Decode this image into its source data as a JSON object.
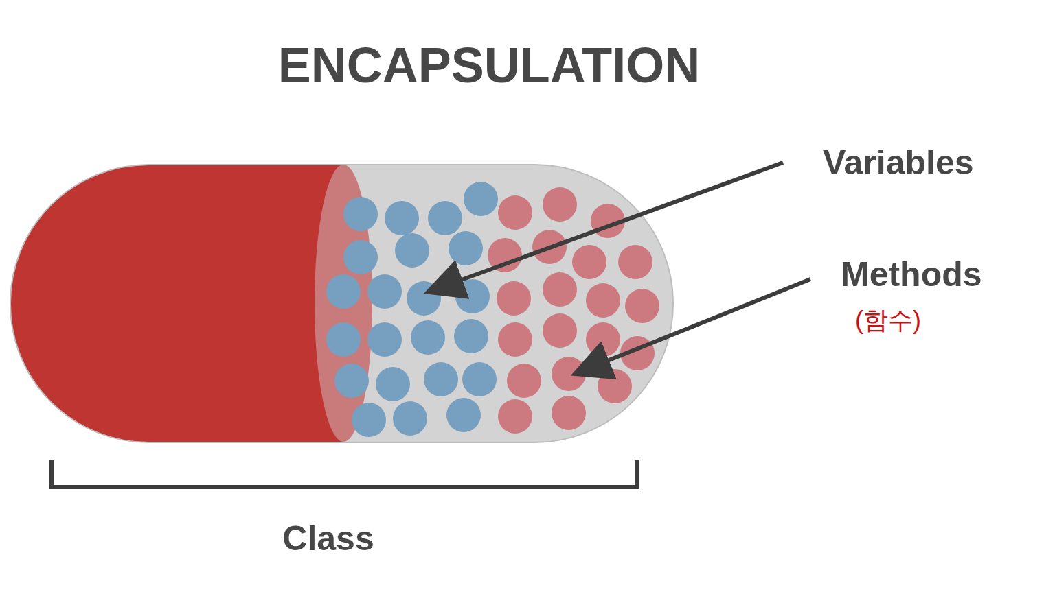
{
  "diagram": {
    "title": "ENCAPSULATION",
    "labels": [
      "Variables",
      "Methods",
      "(함수)",
      "Class"
    ]
  }
}
